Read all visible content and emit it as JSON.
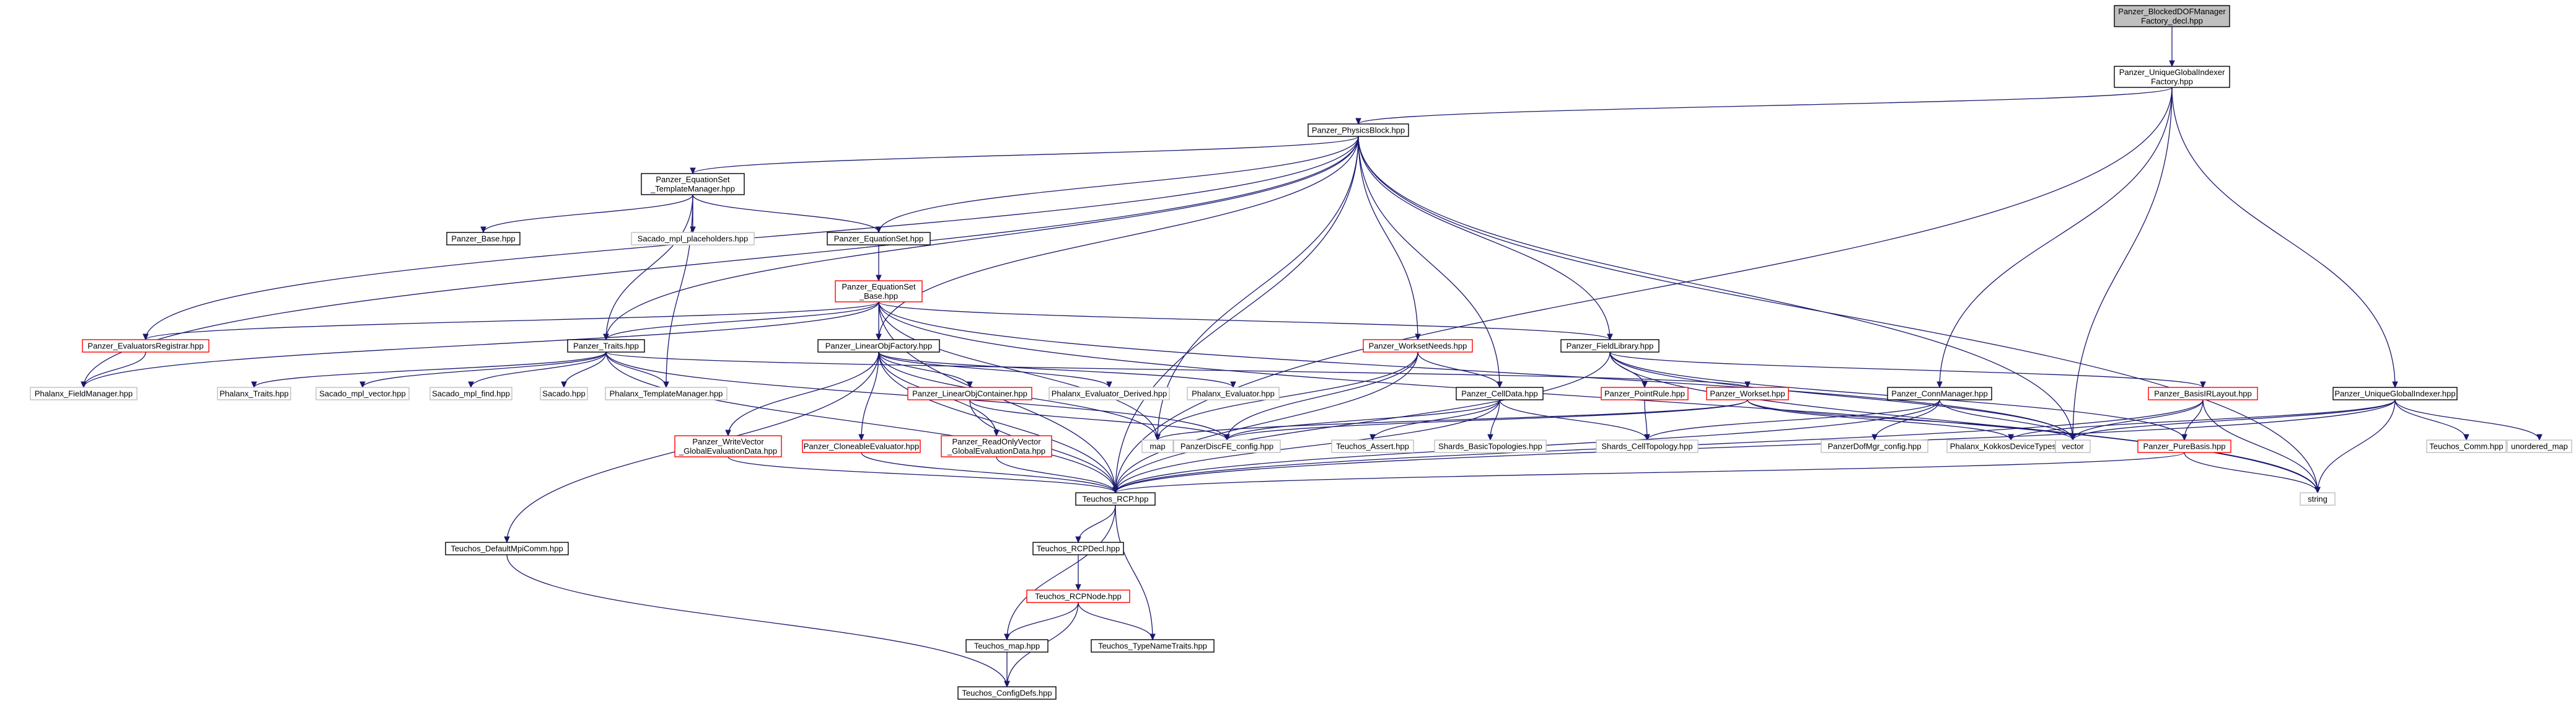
{
  "colors": {
    "edge": "#191970",
    "box_black": "#000000",
    "box_red": "#ff0000",
    "box_gray": "#bfbfbf",
    "root_fill": "#bfbfbf",
    "node_fill": "#ffffff"
  },
  "nodes": [
    {
      "id": "root",
      "lines": [
        "Panzer_BlockedDOFManager",
        "Factory_decl.hpp"
      ],
      "style": "root"
    },
    {
      "id": "ugif",
      "lines": [
        "Panzer_UniqueGlobalIndexer",
        "Factory.hpp"
      ],
      "style": "black"
    },
    {
      "id": "pb",
      "lines": [
        "Panzer_PhysicsBlock.hpp"
      ],
      "style": "black"
    },
    {
      "id": "estm",
      "lines": [
        "Panzer_EquationSet",
        "_TemplateManager.hpp"
      ],
      "style": "black"
    },
    {
      "id": "base",
      "lines": [
        "Panzer_Base.hpp"
      ],
      "style": "black"
    },
    {
      "id": "smph",
      "lines": [
        "Sacado_mpl_placeholders.hpp"
      ],
      "style": "gray"
    },
    {
      "id": "es",
      "lines": [
        "Panzer_EquationSet.hpp"
      ],
      "style": "black"
    },
    {
      "id": "esb",
      "lines": [
        "Panzer_EquationSet",
        "_Base.hpp"
      ],
      "style": "red"
    },
    {
      "id": "er",
      "lines": [
        "Panzer_EvaluatorsRegistrar.hpp"
      ],
      "style": "red"
    },
    {
      "id": "fm",
      "lines": [
        "Phalanx_FieldManager.hpp"
      ],
      "style": "gray"
    },
    {
      "id": "traits",
      "lines": [
        "Panzer_Traits.hpp"
      ],
      "style": "black"
    },
    {
      "id": "ptraits",
      "lines": [
        "Phalanx_Traits.hpp"
      ],
      "style": "gray"
    },
    {
      "id": "smv",
      "lines": [
        "Sacado_mpl_vector.hpp"
      ],
      "style": "gray"
    },
    {
      "id": "smf",
      "lines": [
        "Sacado_mpl_find.hpp"
      ],
      "style": "gray"
    },
    {
      "id": "sacado",
      "lines": [
        "Sacado.hpp"
      ],
      "style": "gray"
    },
    {
      "id": "ptm",
      "lines": [
        "Phalanx_TemplateManager.hpp"
      ],
      "style": "gray"
    },
    {
      "id": "lof",
      "lines": [
        "Panzer_LinearObjFactory.hpp"
      ],
      "style": "black"
    },
    {
      "id": "loc",
      "lines": [
        "Panzer_LinearObjContainer.hpp"
      ],
      "style": "red"
    },
    {
      "id": "ped",
      "lines": [
        "Phalanx_Evaluator_Derived.hpp"
      ],
      "style": "gray"
    },
    {
      "id": "pe",
      "lines": [
        "Phalanx_Evaluator.hpp"
      ],
      "style": "gray"
    },
    {
      "id": "wn",
      "lines": [
        "Panzer_WorksetNeeds.hpp"
      ],
      "style": "red"
    },
    {
      "id": "fl",
      "lines": [
        "Panzer_FieldLibrary.hpp"
      ],
      "style": "black"
    },
    {
      "id": "cd",
      "lines": [
        "Panzer_CellData.hpp"
      ],
      "style": "black"
    },
    {
      "id": "pr",
      "lines": [
        "Panzer_PointRule.hpp"
      ],
      "style": "red"
    },
    {
      "id": "ws",
      "lines": [
        "Panzer_Workset.hpp"
      ],
      "style": "red"
    },
    {
      "id": "cm",
      "lines": [
        "Panzer_ConnManager.hpp"
      ],
      "style": "black"
    },
    {
      "id": "bil",
      "lines": [
        "Panzer_BasisIRLayout.hpp"
      ],
      "style": "red"
    },
    {
      "id": "ugi",
      "lines": [
        "Panzer_UniqueGlobalIndexer.hpp"
      ],
      "style": "black"
    },
    {
      "id": "wvg",
      "lines": [
        "Panzer_WriteVector",
        "_GlobalEvaluationData.hpp"
      ],
      "style": "red"
    },
    {
      "id": "ce",
      "lines": [
        "Panzer_CloneableEvaluator.hpp"
      ],
      "style": "red"
    },
    {
      "id": "rovg",
      "lines": [
        "Panzer_ReadOnlyVector",
        "_GlobalEvaluationData.hpp"
      ],
      "style": "red"
    },
    {
      "id": "map",
      "lines": [
        "map"
      ],
      "style": "gray"
    },
    {
      "id": "pdfe",
      "lines": [
        "PanzerDiscFE_config.hpp"
      ],
      "style": "gray"
    },
    {
      "id": "ta",
      "lines": [
        "Teuchos_Assert.hpp"
      ],
      "style": "gray"
    },
    {
      "id": "sbt",
      "lines": [
        "Shards_BasicTopologies.hpp"
      ],
      "style": "gray"
    },
    {
      "id": "sct",
      "lines": [
        "Shards_CellTopology.hpp"
      ],
      "style": "gray"
    },
    {
      "id": "pdm",
      "lines": [
        "PanzerDofMgr_config.hpp"
      ],
      "style": "gray"
    },
    {
      "id": "pkdt",
      "lines": [
        "Phalanx_KokkosDeviceTypes.hpp"
      ],
      "style": "gray"
    },
    {
      "id": "vector",
      "lines": [
        "vector"
      ],
      "style": "gray"
    },
    {
      "id": "pbasis",
      "lines": [
        "Panzer_PureBasis.hpp"
      ],
      "style": "red"
    },
    {
      "id": "tcomm",
      "lines": [
        "Teuchos_Comm.hpp"
      ],
      "style": "gray"
    },
    {
      "id": "umap",
      "lines": [
        "unordered_map"
      ],
      "style": "gray"
    },
    {
      "id": "string",
      "lines": [
        "string"
      ],
      "style": "gray"
    },
    {
      "id": "rcp",
      "lines": [
        "Teuchos_RCP.hpp"
      ],
      "style": "black"
    },
    {
      "id": "dmc",
      "lines": [
        "Teuchos_DefaultMpiComm.hpp"
      ],
      "style": "black"
    },
    {
      "id": "rcpd",
      "lines": [
        "Teuchos_RCPDecl.hpp"
      ],
      "style": "black"
    },
    {
      "id": "rcpn",
      "lines": [
        "Teuchos_RCPNode.hpp"
      ],
      "style": "red"
    },
    {
      "id": "tmap",
      "lines": [
        "Teuchos_map.hpp"
      ],
      "style": "black"
    },
    {
      "id": "ttn",
      "lines": [
        "Teuchos_TypeNameTraits.hpp"
      ],
      "style": "black"
    },
    {
      "id": "tcd",
      "lines": [
        "Teuchos_ConfigDefs.hpp"
      ],
      "style": "black"
    }
  ],
  "edges": [
    [
      "root",
      "ugif"
    ],
    [
      "ugif",
      "pb"
    ],
    [
      "ugif",
      "cm"
    ],
    [
      "ugif",
      "ugi"
    ],
    [
      "ugif",
      "rcp"
    ],
    [
      "ugif",
      "vector"
    ],
    [
      "pb",
      "estm"
    ],
    [
      "pb",
      "es"
    ],
    [
      "pb",
      "er"
    ],
    [
      "pb",
      "traits"
    ],
    [
      "pb",
      "lof"
    ],
    [
      "pb",
      "wn"
    ],
    [
      "pb",
      "fl"
    ],
    [
      "pb",
      "cd"
    ],
    [
      "pb",
      "map"
    ],
    [
      "pb",
      "fm"
    ],
    [
      "pb",
      "rcp"
    ],
    [
      "pb",
      "vector"
    ],
    [
      "pb",
      "string"
    ],
    [
      "estm",
      "base"
    ],
    [
      "estm",
      "smph"
    ],
    [
      "estm",
      "es"
    ],
    [
      "estm",
      "traits"
    ],
    [
      "estm",
      "ptm"
    ],
    [
      "es",
      "esb"
    ],
    [
      "esb",
      "er"
    ],
    [
      "esb",
      "fm"
    ],
    [
      "esb",
      "traits"
    ],
    [
      "esb",
      "lof"
    ],
    [
      "esb",
      "fl"
    ],
    [
      "esb",
      "map"
    ],
    [
      "esb",
      "rcp"
    ],
    [
      "esb",
      "vector"
    ],
    [
      "esb",
      "string"
    ],
    [
      "er",
      "fm"
    ],
    [
      "traits",
      "ptraits"
    ],
    [
      "traits",
      "smv"
    ],
    [
      "traits",
      "smf"
    ],
    [
      "traits",
      "sacado"
    ],
    [
      "traits",
      "ptm"
    ],
    [
      "traits",
      "pdfe"
    ],
    [
      "traits",
      "ws"
    ],
    [
      "traits",
      "rcp"
    ],
    [
      "lof",
      "loc"
    ],
    [
      "lof",
      "ped"
    ],
    [
      "lof",
      "pe"
    ],
    [
      "lof",
      "wvg"
    ],
    [
      "lof",
      "ce"
    ],
    [
      "lof",
      "rovg"
    ],
    [
      "lof",
      "map"
    ],
    [
      "lof",
      "dmc"
    ],
    [
      "lof",
      "rcp"
    ],
    [
      "loc",
      "pdfe"
    ],
    [
      "loc",
      "rcp"
    ],
    [
      "wn",
      "cd"
    ],
    [
      "wn",
      "pdfe"
    ],
    [
      "wn",
      "map"
    ],
    [
      "wn",
      "rcp"
    ],
    [
      "fl",
      "pr"
    ],
    [
      "fl",
      "bil"
    ],
    [
      "fl",
      "pbasis"
    ],
    [
      "fl",
      "vector"
    ],
    [
      "fl",
      "string"
    ],
    [
      "fl",
      "rcp"
    ],
    [
      "cd",
      "ta"
    ],
    [
      "cd",
      "sbt"
    ],
    [
      "cd",
      "sct"
    ],
    [
      "cd",
      "pdfe"
    ],
    [
      "cd",
      "rcp"
    ],
    [
      "pr",
      "sct"
    ],
    [
      "ws",
      "pkdt"
    ],
    [
      "ws",
      "pdfe"
    ],
    [
      "ws",
      "vector"
    ],
    [
      "ws",
      "map"
    ],
    [
      "cm",
      "pdm"
    ],
    [
      "cm",
      "sct"
    ],
    [
      "cm",
      "vector"
    ],
    [
      "cm",
      "rcp"
    ],
    [
      "bil",
      "pbasis"
    ],
    [
      "bil",
      "vector"
    ],
    [
      "bil",
      "string"
    ],
    [
      "bil",
      "rcp"
    ],
    [
      "pbasis",
      "rcp"
    ],
    [
      "pbasis",
      "string"
    ],
    [
      "ugi",
      "tcomm"
    ],
    [
      "ugi",
      "umap"
    ],
    [
      "ugi",
      "vector"
    ],
    [
      "ugi",
      "string"
    ],
    [
      "ugi",
      "rcp"
    ],
    [
      "ugi",
      "pkdt"
    ],
    [
      "wvg",
      "rcp"
    ],
    [
      "ce",
      "rcp"
    ],
    [
      "rovg",
      "rcp"
    ],
    [
      "dmc",
      "tcd"
    ],
    [
      "rcp",
      "rcpd"
    ],
    [
      "rcp",
      "tmap"
    ],
    [
      "rcp",
      "ttn"
    ],
    [
      "rcpd",
      "rcpn"
    ],
    [
      "rcpn",
      "tmap"
    ],
    [
      "rcpn",
      "ttn"
    ],
    [
      "rcpn",
      "tcd"
    ],
    [
      "tmap",
      "tcd"
    ]
  ]
}
